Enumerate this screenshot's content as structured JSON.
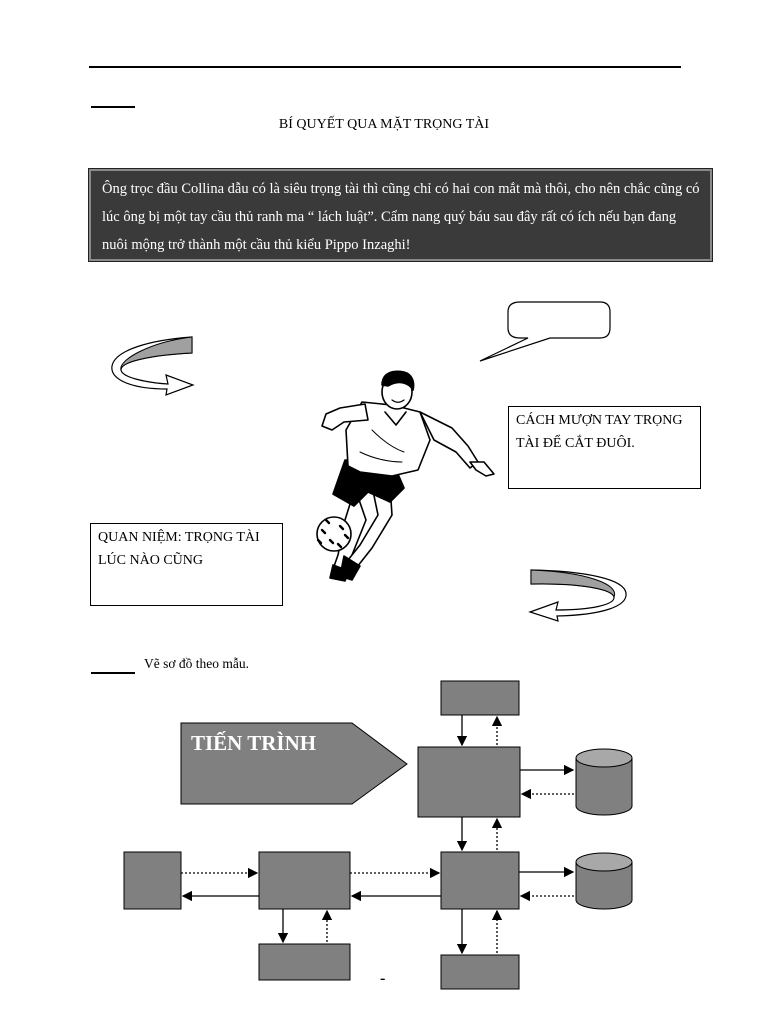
{
  "document": {
    "title": "BÍ QUYẾT QUA MẶT TRỌNG TÀI",
    "intro_text": "Ông trọc đầu Collina dẫu có là siêu trọng tài thì cũng chỉ có hai con mắt mà thôi, cho nên chắc cũng có lúc ông bị một tay cầu thủ ranh ma “ lách luật”. Cẩm nang quý báu sau đây rất có ích nếu bạn đang nuôi mộng trở thành một cầu thủ kiểu Pippo Inzaghi!",
    "box_right": "CÁCH MƯỢN TAY TRỌNG TÀI ĐỂ CẮT ĐUÔI.",
    "box_left": "QUAN NIỆM: TRỌNG TÀI LÚC NÀO CŨNG",
    "instruction": "Vẽ sơ đồ theo mẫu.",
    "footer_mark": "-"
  },
  "diagram": {
    "process_label": "TIẾN TRÌNH"
  },
  "colors": {
    "intro_bg": "#3a3a3a",
    "diagram_fill": "#808080",
    "cylinder_top": "#a8a8a8"
  }
}
